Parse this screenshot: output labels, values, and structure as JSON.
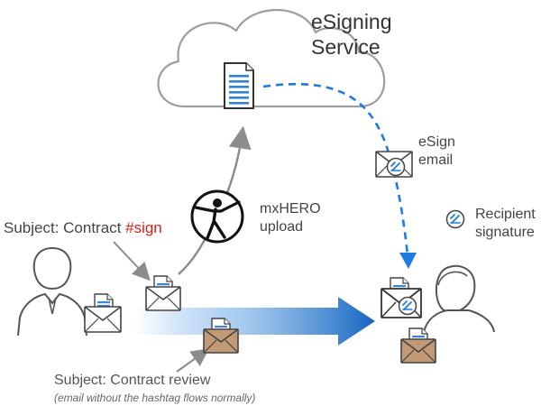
{
  "cloud": {
    "title_line1": "eSigning",
    "title_line2": "Service"
  },
  "labels": {
    "subject_hashtag_prefix": "Subject: Contract ",
    "hashtag": "#sign",
    "mxhero_line1": "mxHERO",
    "mxhero_line2": "upload",
    "esign_line1": "eSign",
    "esign_line2": "email",
    "recipient_line1": "Recipient",
    "recipient_line2": "signature",
    "subject_review": "Subject: Contract review",
    "note": "(email without the hashtag flows normally)"
  },
  "colors": {
    "accent_blue": "#1e7be0",
    "hashtag_red": "#e01b1b",
    "gray_line": "#8c8c8c",
    "kraft_envelope": "#c39a76"
  },
  "icons": [
    "cloud-icon",
    "document-icon",
    "sender-person-icon",
    "recipient-person-icon",
    "vitruvian-man-icon",
    "envelope-icon",
    "esign-logo-icon"
  ]
}
